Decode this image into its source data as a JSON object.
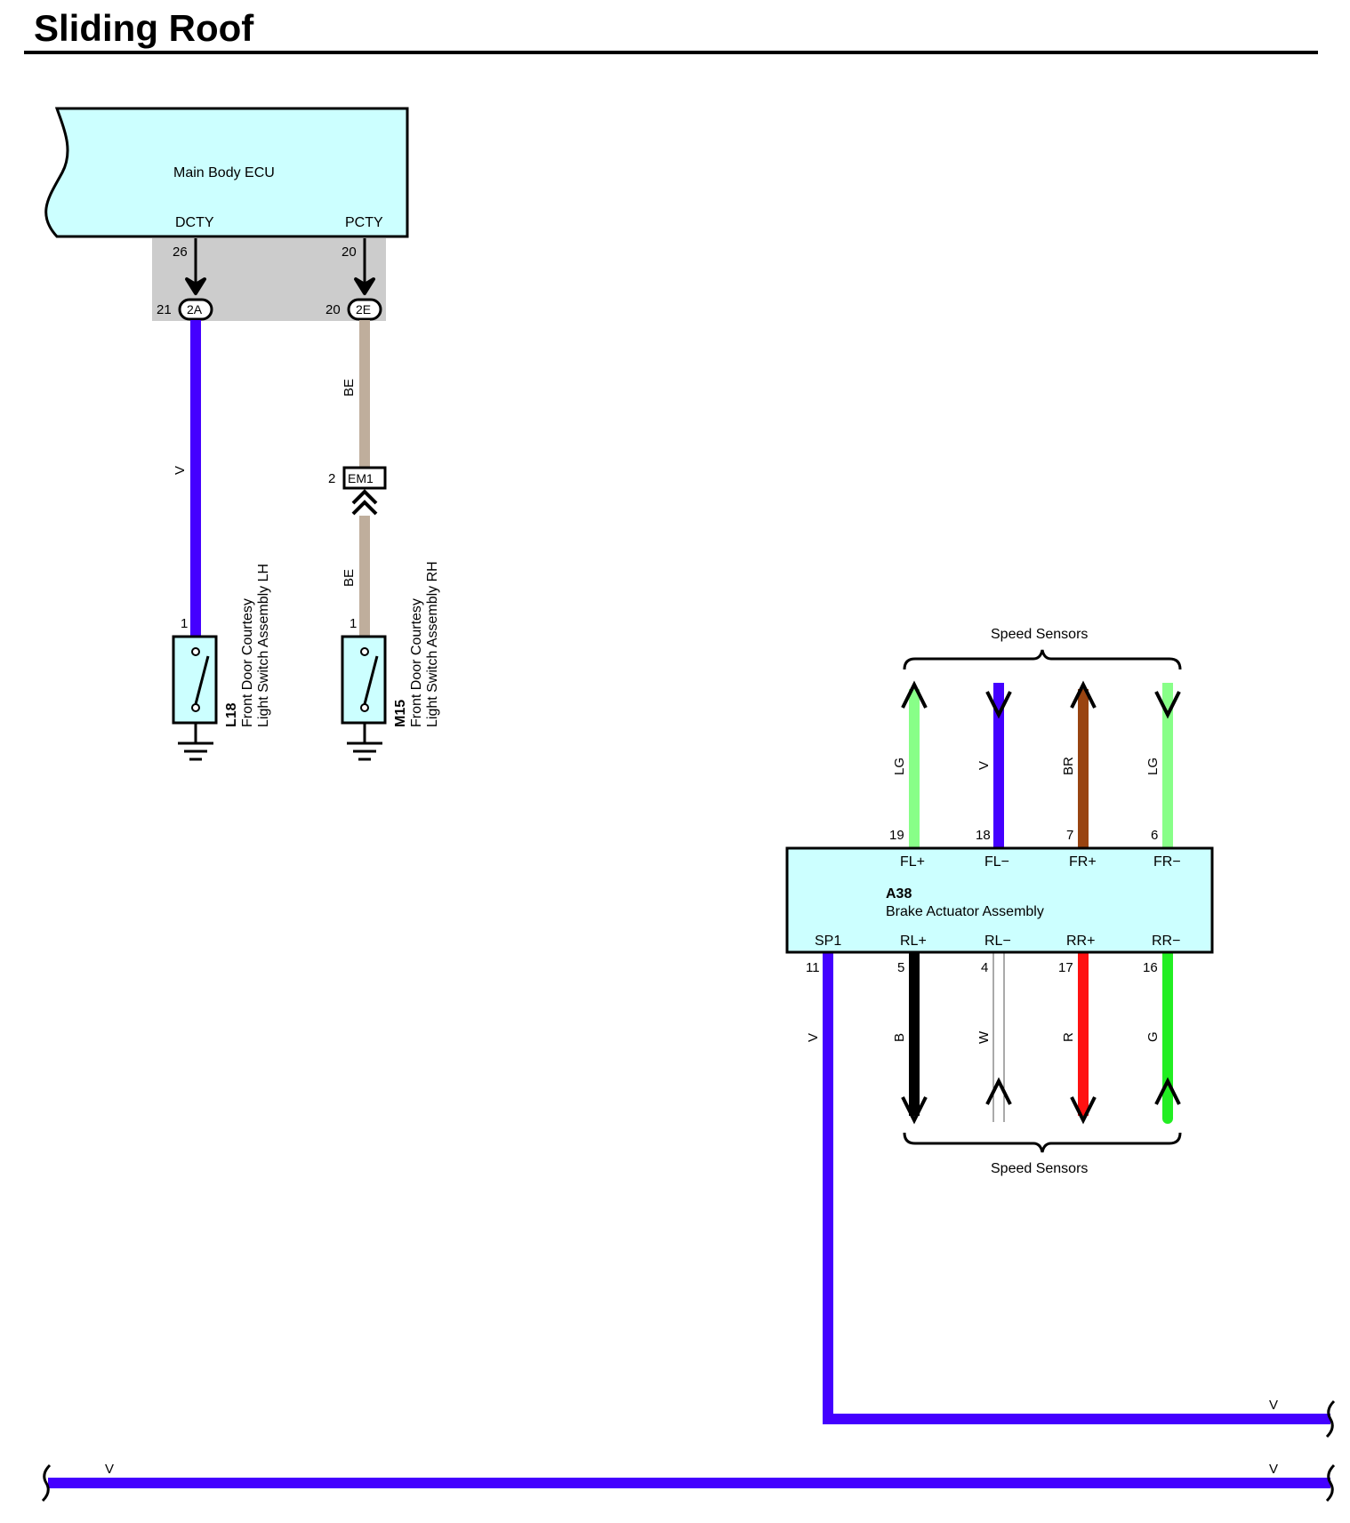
{
  "title": "Sliding Roof",
  "main_body_ecu": {
    "name": "Main Body ECU",
    "terminals": [
      {
        "name": "DCTY",
        "pin": "26",
        "junction_pin": "21",
        "junction": "2A"
      },
      {
        "name": "PCTY",
        "pin": "20",
        "junction_pin": "20",
        "junction": "2E"
      }
    ]
  },
  "wires_left": {
    "dcty_color": "V",
    "pcty_color_upper": "BE",
    "pcty_color_lower": "BE"
  },
  "connector_em1": {
    "name": "EM1",
    "pin": "2"
  },
  "switch_lh": {
    "code": "L18",
    "line1": "Front Door Courtesy",
    "line2": "Light Switch Assembly LH",
    "pin": "1"
  },
  "switch_rh": {
    "code": "M15",
    "line1": "Front Door Courtesy",
    "line2": "Light Switch Assembly RH",
    "pin": "1"
  },
  "brake_actuator": {
    "code": "A38",
    "name": "Brake Actuator Assembly",
    "top_terminals": [
      {
        "name": "FL+",
        "pin": "19",
        "wire": "LG"
      },
      {
        "name": "FL−",
        "pin": "18",
        "wire": "V"
      },
      {
        "name": "FR+",
        "pin": "7",
        "wire": "BR"
      },
      {
        "name": "FR−",
        "pin": "6",
        "wire": "LG"
      }
    ],
    "bottom_terminals": [
      {
        "name": "SP1",
        "pin": "11",
        "wire": "V"
      },
      {
        "name": "RL+",
        "pin": "5",
        "wire": "B"
      },
      {
        "name": "RL−",
        "pin": "4",
        "wire": "W"
      },
      {
        "name": "RR+",
        "pin": "17",
        "wire": "R"
      },
      {
        "name": "RR−",
        "pin": "16",
        "wire": "G"
      }
    ]
  },
  "speed_sensors_top": "Speed Sensors",
  "speed_sensors_bottom": "Speed Sensors",
  "bus_wires": {
    "upper_right_label": "V",
    "lower_left_label": "V",
    "lower_right_label": "V"
  },
  "colors": {
    "V": "#4400ff",
    "BE": "#bfae9c",
    "LG": "#88ff88",
    "BR": "#994411",
    "B": "#000000",
    "W": "#ffffff",
    "R": "#ff1111",
    "G": "#22ee22",
    "component_fill": "#ccffff",
    "splice_fill": "#cccccc"
  }
}
